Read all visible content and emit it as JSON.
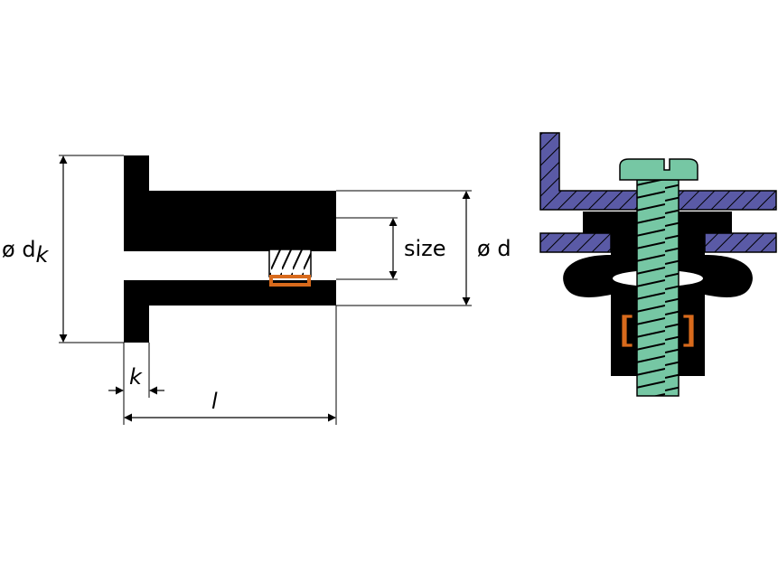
{
  "labels": {
    "head_diameter": "ø d",
    "head_diameter_sub": "k",
    "size": "size",
    "body_diameter": "ø d",
    "head_height": "k",
    "length": "l"
  },
  "colors": {
    "body": "#000000",
    "insert": "#d86a1c",
    "bracket": "#5a5aa6",
    "screw": "#76c7a4",
    "background": "#ffffff"
  }
}
